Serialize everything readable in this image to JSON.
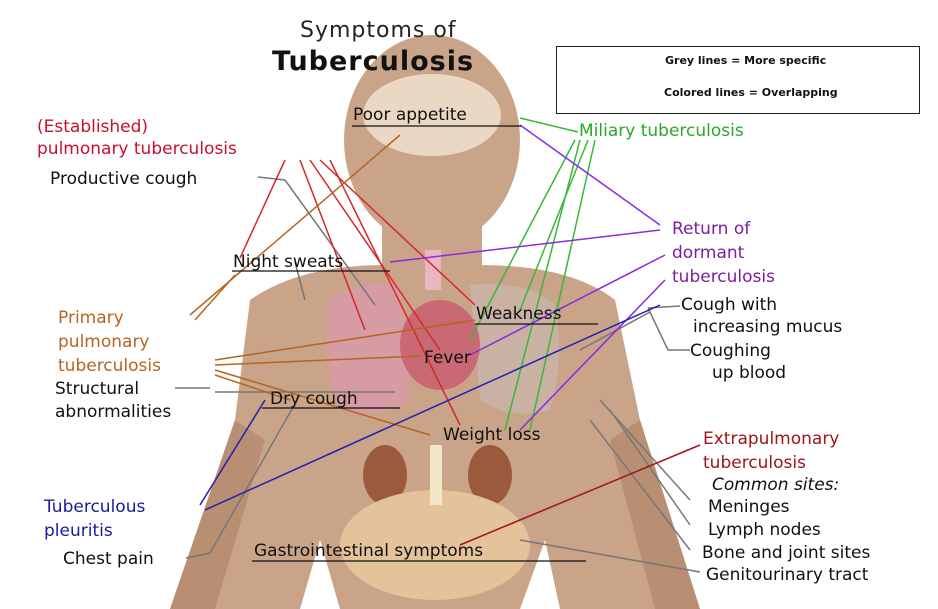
{
  "title": {
    "line1": "Symptoms of",
    "line2": "Tuberculosis"
  },
  "legend": {
    "grey": "Grey lines = More specific",
    "colored": "Colored lines = Overlapping"
  },
  "colors": {
    "pulmonary": "#c8102e",
    "miliary": "#2aa82a",
    "dormant": "#7a1fa0",
    "primary": "#b5651d",
    "pleuritis": "#1a1aa0",
    "extrapulmonary": "#a0141e",
    "grey": "#777777",
    "body": "#c9a488"
  },
  "forms": {
    "established": [
      "(Established)",
      "pulmonary tuberculosis"
    ],
    "miliary": "Miliary tuberculosis",
    "dormant": [
      "Return of",
      "dormant",
      "tuberculosis"
    ],
    "primary": [
      "Primary",
      "pulmonary",
      "tuberculosis"
    ],
    "pleuritis": [
      "Tuberculous",
      "pleuritis"
    ],
    "extrapulmonary": [
      "Extrapulmonary",
      "tuberculosis"
    ]
  },
  "symptoms": {
    "poor_appetite": "Poor appetite",
    "productive_cough": "Productive cough",
    "night_sweats": "Night sweats",
    "weakness": "Weakness",
    "fever": "Fever",
    "structural": [
      "Structural",
      "abnormalities"
    ],
    "dry_cough": "Dry cough",
    "weight_loss": "Weight loss",
    "cough_mucus": [
      "Cough with",
      "increasing mucus"
    ],
    "coughing_blood": [
      "Coughing",
      "up blood"
    ],
    "chest_pain": "Chest pain",
    "gastro": "Gastrointestinal symptoms"
  },
  "sites": {
    "header": "Common sites:",
    "items": [
      "Meninges",
      "Lymph nodes",
      "Bone and joint sites",
      "Genitourinary tract"
    ]
  }
}
